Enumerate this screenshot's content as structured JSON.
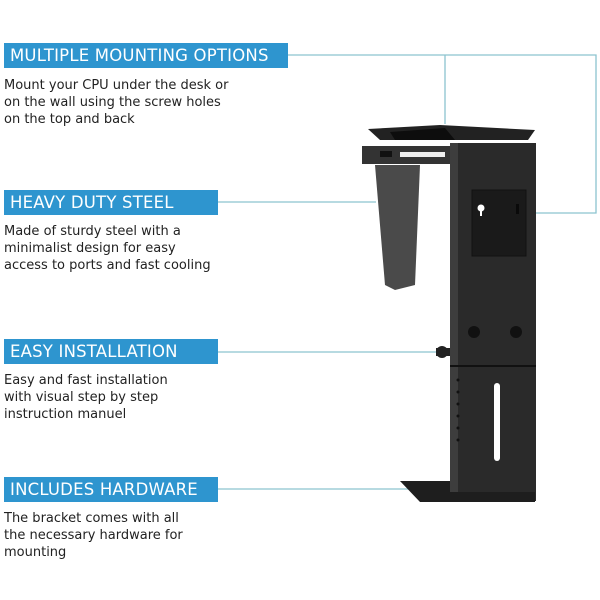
{
  "features": [
    {
      "title": "MULTIPLE MOUNTING OPTIONS",
      "lines": [
        "Mount your CPU under the desk or",
        "on the wall using the screw holes",
        "on the top and back"
      ]
    },
    {
      "title": "HEAVY DUTY STEEL",
      "lines": [
        "Made of sturdy steel with a",
        "minimalist design for easy",
        "access to ports and fast cooling"
      ]
    },
    {
      "title": "EASY INSTALLATION",
      "lines": [
        "Easy and fast installation",
        "with visual step by step",
        "instruction manuel"
      ]
    },
    {
      "title": "INCLUDES HARDWARE",
      "lines": [
        "The bracket comes with all",
        "the necessary hardware for",
        "mounting"
      ]
    }
  ],
  "colors": {
    "banner": "#2e95cf",
    "connector": "#8cc3cf",
    "steel": "#1e1e1e"
  }
}
